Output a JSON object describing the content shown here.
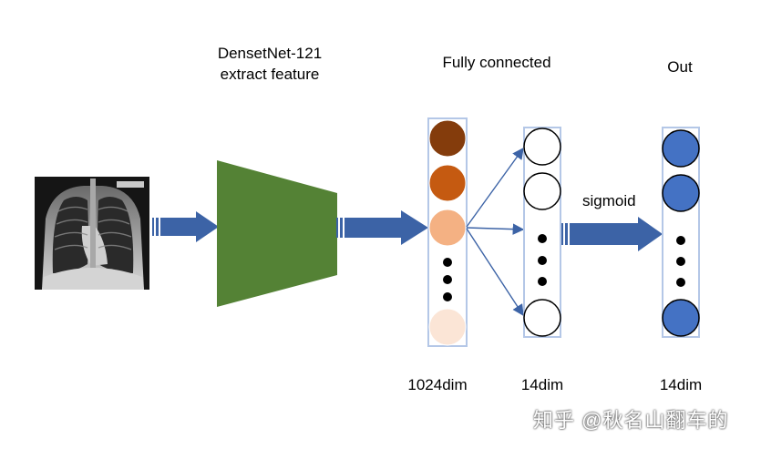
{
  "labels": {
    "densenet_line1": "DensetNet-121",
    "densenet_line2": "extract feature",
    "fully_connected": "Fully connected",
    "out": "Out",
    "sigmoid": "sigmoid",
    "dim_feature": "1024dim",
    "dim_fc": "14dim",
    "dim_out": "14dim"
  },
  "watermark": "知乎 @秋名山翻车的",
  "colors": {
    "encoder_green": "#548235",
    "arrow_blue": "#3c63a6",
    "column_border": "#b4c7e7",
    "feature_node_1": "#843c0c",
    "feature_node_2": "#c55a11",
    "feature_node_3": "#f4b183",
    "feature_node_4": "#fbe5d6",
    "output_node": "#4472c4"
  }
}
